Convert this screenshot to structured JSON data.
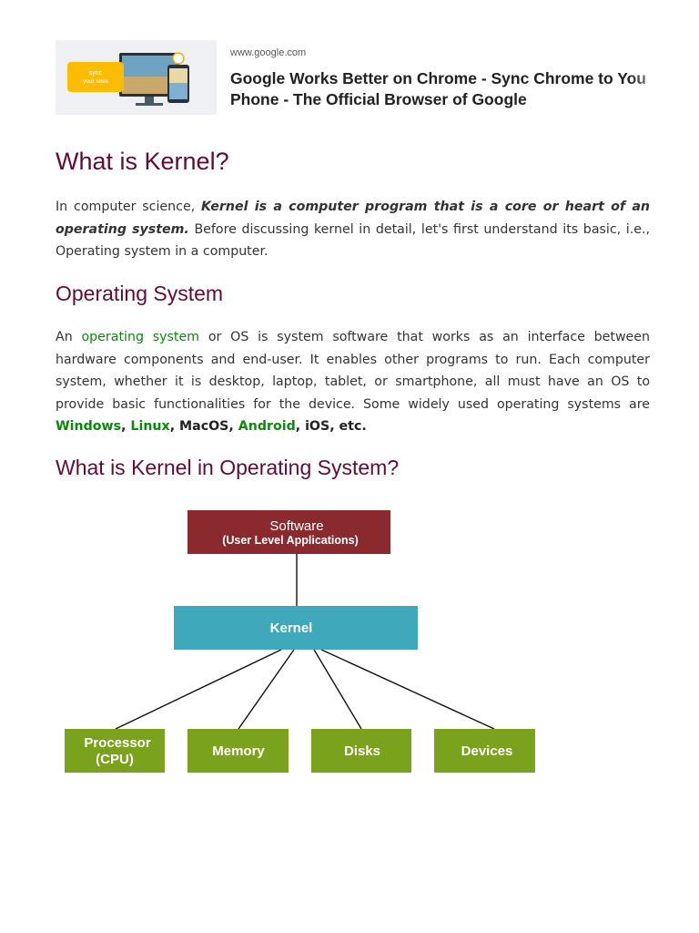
{
  "ad": {
    "url": "www.google.com",
    "title_line1": "Google Works Better on Chrome - Sync Chrome to You",
    "title_line2": "Phone - The Official Browser of Google",
    "thumb_badge_line1": "sync",
    "thumb_badge_line2": "your sites"
  },
  "article": {
    "heading": "What is Kernel?",
    "p1": {
      "t1": "In computer science, ",
      "t2": "Kernel is a computer program that is a core or heart of an operating system.",
      "t3": " Before discussing kernel in detail, let's first understand its basic, i.e., Operating system in a computer."
    },
    "section1_heading": "Operating System",
    "p2": {
      "t1": "An ",
      "link": "operating system",
      "t2": " or OS is system software that works as an interface between hardware components and end-user. It enables other programs to run. Each computer system, whether it is desktop, laptop, tablet, or smartphone, all must have an OS to provide basic functionalities for the device. Some widely used operating systems are ",
      "os1": "Windows",
      "sep1": ", ",
      "os2": "Linux",
      "sep2": ", MacOS, ",
      "os3": "Android",
      "sep3": ", iOS, etc."
    },
    "section2_heading": "What is Kernel in Operating System?"
  },
  "diagram": {
    "software_line1": "Software",
    "software_line2": "(User Level Applications)",
    "kernel": "Kernel",
    "processor_line1": "Processor",
    "processor_line2": "(CPU)",
    "memory": "Memory",
    "disks": "Disks",
    "devices": "Devices",
    "colors": {
      "software": "#8b2a2e",
      "kernel": "#3fa8bb",
      "hardware": "#7ba21d"
    }
  }
}
